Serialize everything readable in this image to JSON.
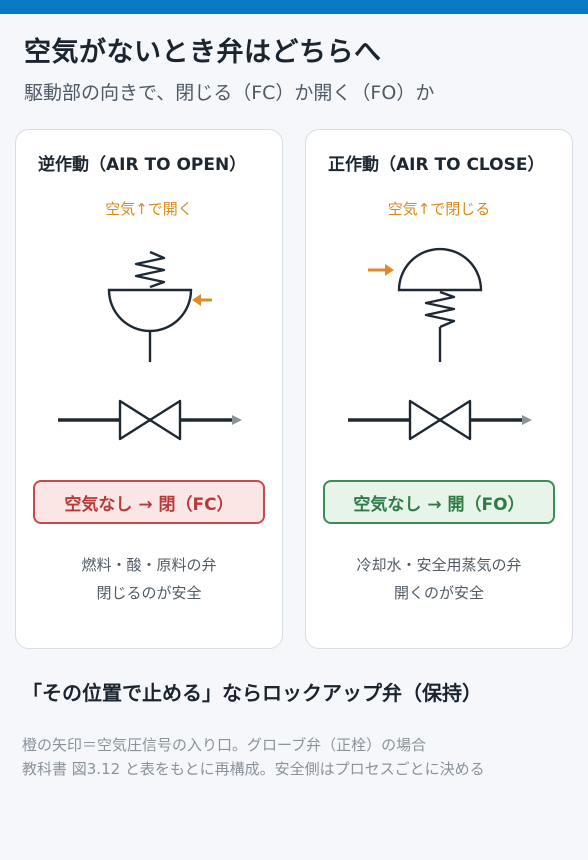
{
  "header": {
    "title": "空気がないとき弁はどちらへ",
    "subtitle": "駆動部の向きで、閉じる（FC）か開く（FO）か"
  },
  "cards": [
    {
      "title": "逆作動（AIR TO OPEN）",
      "note": "空気↑で開く",
      "result": "空気なし → 閉（FC）",
      "uses": [
        "燃料・酸・原料の弁",
        "閉じるのが安全"
      ]
    },
    {
      "title": "正作動（AIR TO CLOSE）",
      "note": "空気↑で閉じる",
      "result": "空気なし → 開（FO）",
      "uses": [
        "冷却水・安全用蒸気の弁",
        "開くのが安全"
      ]
    }
  ],
  "lockup": "「その位置で止める」ならロックアップ弁（保持）",
  "footnote": [
    "橙の矢印＝空気圧信号の入り口。グローブ弁（正栓）の場合",
    "教科書 図3.12 と表をもとに再構成。安全側はプロセスごとに決める"
  ],
  "colors": {
    "accent_bar": "#0a78c2",
    "air_arrow": "#e0892a",
    "fail_closed": "#c84a4a",
    "fail_open": "#3d8b57"
  }
}
